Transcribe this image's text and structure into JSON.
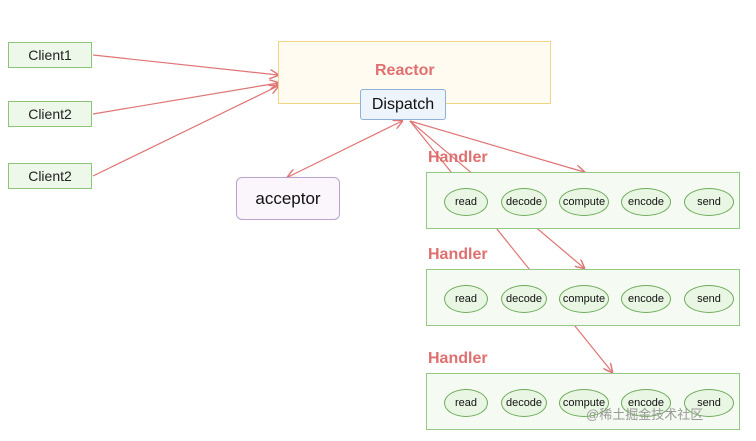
{
  "clients": [
    "Client1",
    "Client2",
    "Client2"
  ],
  "reactor": {
    "label": "Reactor",
    "dispatch": "Dispatch"
  },
  "acceptor": "acceptor",
  "handlers": [
    {
      "title": "Handler",
      "ops": [
        "read",
        "decode",
        "compute",
        "encode",
        "send"
      ]
    },
    {
      "title": "Handler",
      "ops": [
        "read",
        "decode",
        "compute",
        "encode",
        "send"
      ]
    },
    {
      "title": "Handler",
      "ops": [
        "read",
        "decode",
        "compute",
        "encode",
        "send"
      ]
    }
  ],
  "watermark": "@稀土掘金技术社区",
  "colors": {
    "arrow": "#e07474",
    "title": "#e06f6f",
    "handler_border": "#94c884",
    "reactor_border": "#f1d584"
  }
}
